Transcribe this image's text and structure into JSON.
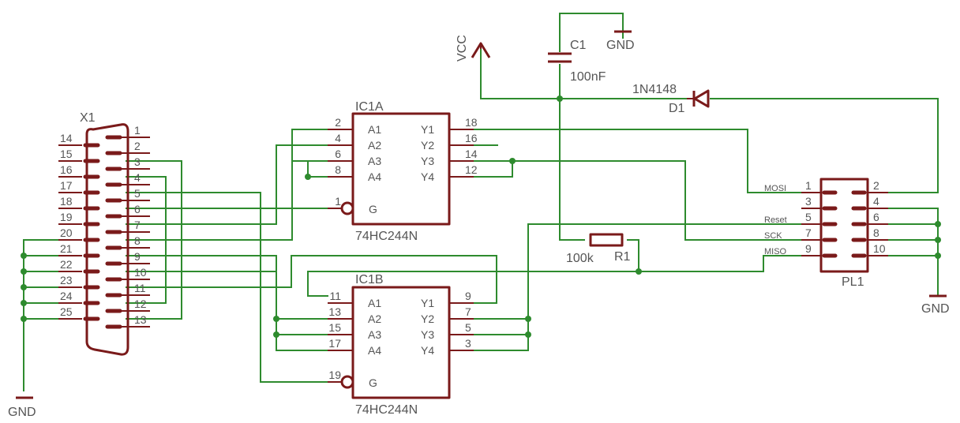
{
  "x1": {
    "name": "X1",
    "left_pins": [
      "14",
      "15",
      "16",
      "17",
      "18",
      "19",
      "20",
      "21",
      "22",
      "23",
      "24",
      "25"
    ],
    "right_pins": [
      "1",
      "2",
      "3",
      "4",
      "5",
      "6",
      "7",
      "8",
      "9",
      "10",
      "11",
      "12",
      "13"
    ]
  },
  "ic1a": {
    "name": "IC1A",
    "value": "74HC244N",
    "in_labels": [
      "A1",
      "A2",
      "A3",
      "A4"
    ],
    "out_labels": [
      "Y1",
      "Y2",
      "Y3",
      "Y4"
    ],
    "in_pins": [
      "2",
      "4",
      "6",
      "8"
    ],
    "out_pins": [
      "18",
      "16",
      "14",
      "12"
    ],
    "gate_label": "G",
    "gate_pin": "1"
  },
  "ic1b": {
    "name": "IC1B",
    "value": "74HC244N",
    "in_labels": [
      "A1",
      "A2",
      "A3",
      "A4"
    ],
    "out_labels": [
      "Y1",
      "Y2",
      "Y3",
      "Y4"
    ],
    "in_pins": [
      "11",
      "13",
      "15",
      "17"
    ],
    "out_pins": [
      "9",
      "7",
      "5",
      "3"
    ],
    "gate_label": "G",
    "gate_pin": "19"
  },
  "c1": {
    "name": "C1",
    "value": "100nF"
  },
  "r1": {
    "name": "R1",
    "value": "100k"
  },
  "d1": {
    "name": "D1",
    "value": "1N4148"
  },
  "pl1": {
    "name": "PL1",
    "left_pins": [
      "1",
      "3",
      "5",
      "7",
      "9"
    ],
    "right_pins": [
      "2",
      "4",
      "6",
      "8",
      "10"
    ],
    "signals": [
      "MOSI",
      "",
      "Reset",
      "SCK",
      "MISO"
    ]
  },
  "supplies": {
    "vcc": "VCC",
    "gnd_c1": "GND",
    "gnd_x1": "GND",
    "gnd_pl1": "GND"
  }
}
